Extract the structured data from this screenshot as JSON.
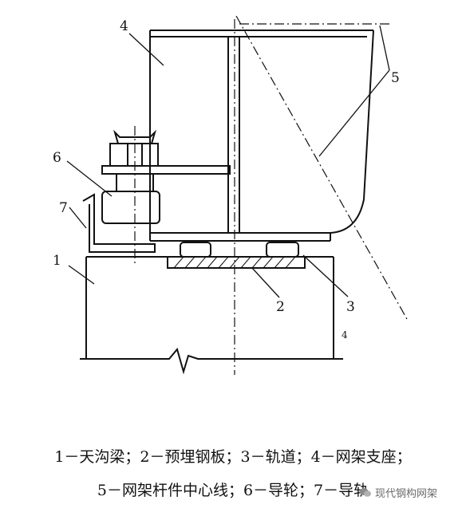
{
  "labels": {
    "n1": "1",
    "n2": "2",
    "n3": "3",
    "n4": "4",
    "n5": "5",
    "n6": "6",
    "n7": "7",
    "mark": "4"
  },
  "legend": {
    "line1": "1－天沟梁；2－预埋钢板；3－轨道；4－网架支座；",
    "line2": "5－网架杆件中心线；6－导轮；7－导轨"
  },
  "watermark": {
    "text": "现代钢构网架",
    "icon": "wechat-icon"
  }
}
